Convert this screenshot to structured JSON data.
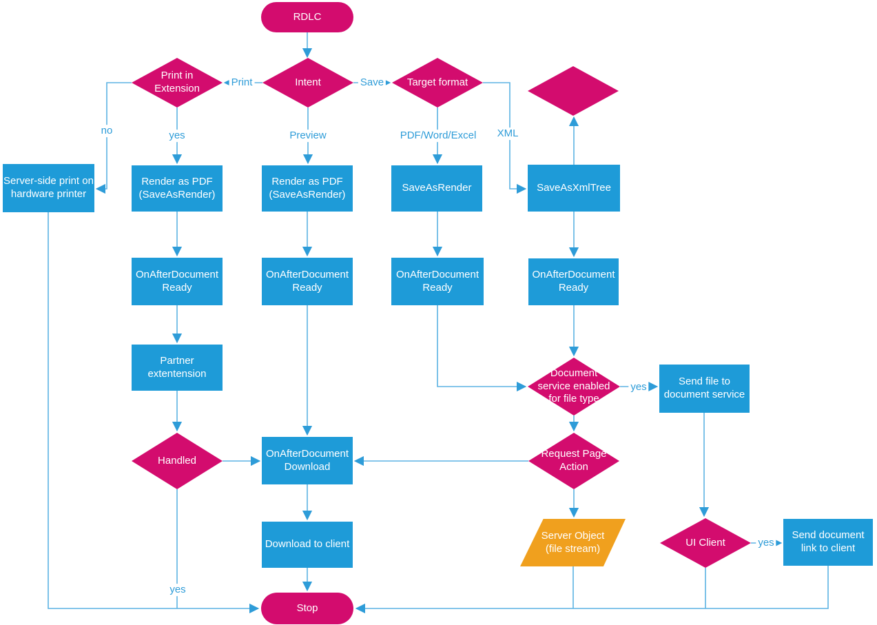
{
  "diagram": {
    "title": "RDLC report rendering flowchart",
    "colors": {
      "decision_fill": "#D30C6E",
      "process_fill": "#1E9BD8",
      "terminator_fill": "#D30C6E",
      "data_fill": "#F0A01E",
      "connector": "#5BB2E3",
      "connector_arrow": "#2E9CD8",
      "edge_label_text": "#2E9CD8",
      "node_text": "#FFFFFF"
    },
    "nodes": {
      "rdlc": "RDLC",
      "intent": "Intent",
      "print_in_extension": "Print in Extension",
      "target_format": "Target format",
      "unlabeled_decision": "",
      "server_side_print": "Server-side print on hardware printer",
      "render_pdf_print": "Render as PDF (SaveAsRender)",
      "render_pdf_preview": "Render as PDF (SaveAsRender)",
      "save_as_render": "SaveAsRender",
      "save_as_xml_tree": "SaveAsXmlTree",
      "on_after_document_ready_print": "OnAfterDocument Ready",
      "on_after_document_ready_preview": "OnAfterDocument Ready",
      "on_after_document_ready_save": "OnAfterDocument Ready",
      "on_after_document_ready_xml": "OnAfterDocument Ready",
      "partner_extension": "Partner extentension",
      "handled": "Handled",
      "on_after_document_download": "OnAfterDocument Download",
      "download_to_client": "Download to client",
      "document_service_enabled": "Document service enabled for file type",
      "request_page_action": "Request Page Action",
      "send_file_to_document_service": "Send file to document service",
      "server_object": "Server Object (file stream)",
      "ui_client": "UI Client",
      "send_document_link": "Send document link to client",
      "stop": "Stop"
    },
    "edge_labels": {
      "print": "Print",
      "save": "Save",
      "preview": "Preview",
      "pdf_word_excel": "PDF/Word/Excel",
      "xml": "XML",
      "yes_print_extension": "yes",
      "no_print_extension": "no",
      "yes_document_service": "yes",
      "yes_ui_client": "yes",
      "yes_handled": "yes"
    },
    "edges": [
      {
        "from": "rdlc",
        "to": "intent",
        "label": ""
      },
      {
        "from": "intent",
        "to": "print_in_extension",
        "label": "Print"
      },
      {
        "from": "intent",
        "to": "target_format",
        "label": "Save"
      },
      {
        "from": "intent",
        "to": "render_pdf_preview",
        "label": "Preview"
      },
      {
        "from": "print_in_extension",
        "to": "render_pdf_print",
        "label": "yes"
      },
      {
        "from": "print_in_extension",
        "to": "server_side_print",
        "label": "no"
      },
      {
        "from": "target_format",
        "to": "save_as_render",
        "label": "PDF/Word/Excel"
      },
      {
        "from": "target_format",
        "to": "save_as_xml_tree",
        "label": "XML"
      },
      {
        "from": "save_as_xml_tree",
        "to": "unlabeled_decision",
        "label": ""
      },
      {
        "from": "save_as_xml_tree",
        "to": "on_after_document_ready_xml",
        "label": ""
      },
      {
        "from": "render_pdf_print",
        "to": "on_after_document_ready_print",
        "label": ""
      },
      {
        "from": "render_pdf_preview",
        "to": "on_after_document_ready_preview",
        "label": ""
      },
      {
        "from": "save_as_render",
        "to": "on_after_document_ready_save",
        "label": ""
      },
      {
        "from": "on_after_document_ready_print",
        "to": "partner_extension",
        "label": ""
      },
      {
        "from": "partner_extension",
        "to": "handled",
        "label": ""
      },
      {
        "from": "on_after_document_ready_preview",
        "to": "on_after_document_download",
        "label": ""
      },
      {
        "from": "on_after_document_ready_save",
        "to": "document_service_enabled",
        "label": ""
      },
      {
        "from": "on_after_document_ready_xml",
        "to": "document_service_enabled",
        "label": ""
      },
      {
        "from": "document_service_enabled",
        "to": "request_page_action",
        "label": ""
      },
      {
        "from": "document_service_enabled",
        "to": "send_file_to_document_service",
        "label": "yes"
      },
      {
        "from": "request_page_action",
        "to": "on_after_document_download",
        "label": ""
      },
      {
        "from": "handled",
        "to": "on_after_document_download",
        "label": ""
      },
      {
        "from": "on_after_document_download",
        "to": "download_to_client",
        "label": ""
      },
      {
        "from": "download_to_client",
        "to": "stop",
        "label": ""
      },
      {
        "from": "request_page_action",
        "to": "server_object",
        "label": ""
      },
      {
        "from": "server_object",
        "to": "stop",
        "label": ""
      },
      {
        "from": "send_file_to_document_service",
        "to": "ui_client",
        "label": ""
      },
      {
        "from": "ui_client",
        "to": "send_document_link",
        "label": "yes"
      },
      {
        "from": "ui_client",
        "to": "stop",
        "label": ""
      },
      {
        "from": "send_document_link",
        "to": "stop",
        "label": ""
      },
      {
        "from": "server_side_print",
        "to": "stop",
        "label": ""
      },
      {
        "from": "handled",
        "to": "stop",
        "label": "yes"
      }
    ]
  }
}
